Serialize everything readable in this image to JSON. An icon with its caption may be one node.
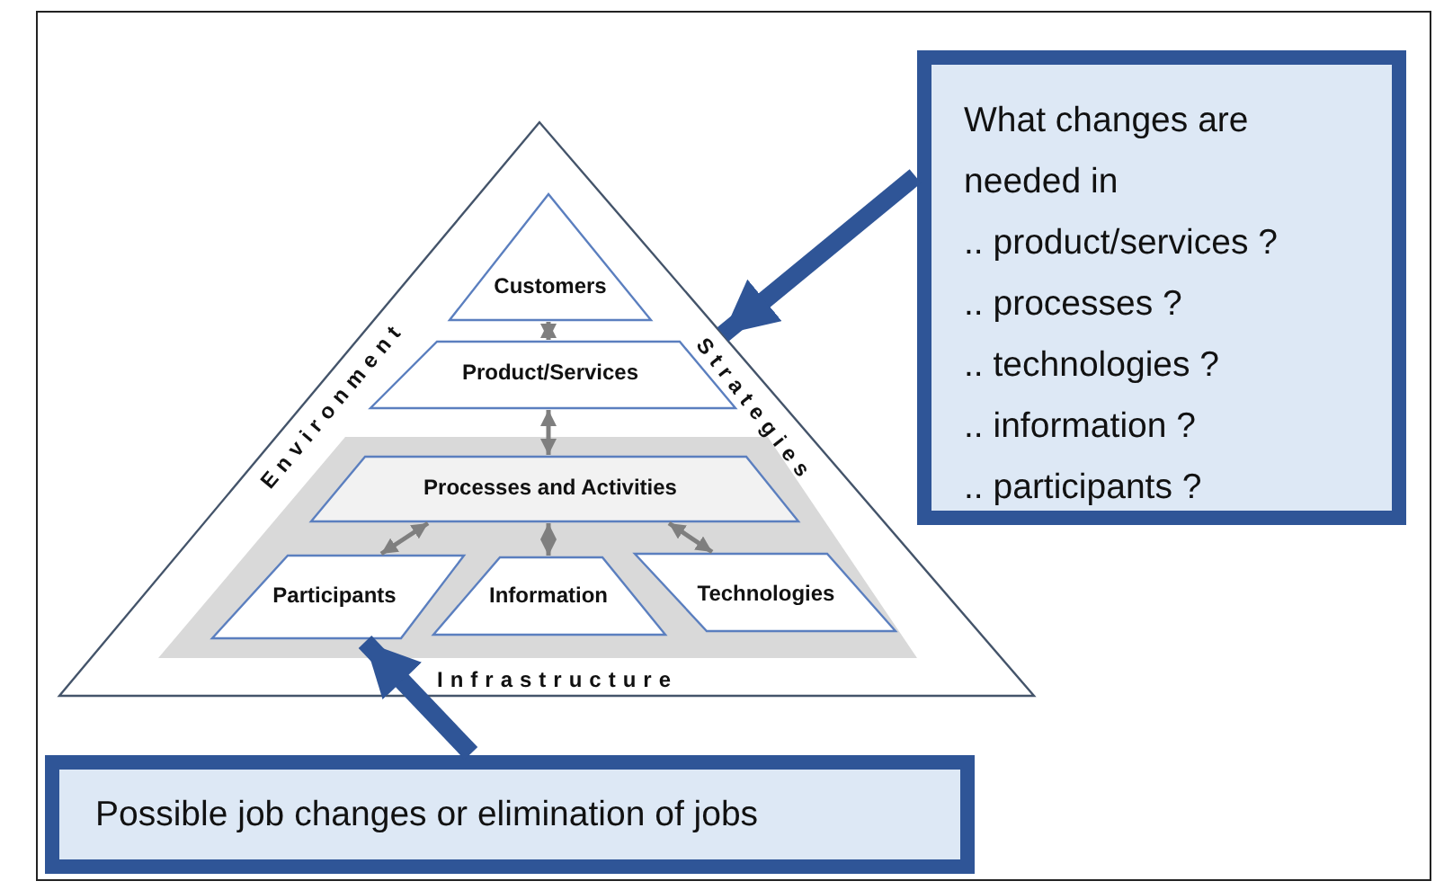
{
  "diagram": {
    "nodes": [
      {
        "text": [
          "Environment",
          "Strategies",
          "Infrastructure"
        ]
      },
      {
        "text": [
          "Customers"
        ],
        "in": 0
      },
      {
        "text": [
          "Product/Services"
        ],
        "in": 0
      },
      {
        "text": [],
        "shape": "band",
        "in": 0
      },
      {
        "text": [
          "Processes and Activities"
        ],
        "in": 3
      },
      {
        "text": [
          "Participants"
        ],
        "in": 3
      },
      {
        "text": [
          "Information"
        ],
        "in": 3
      },
      {
        "text": [
          "Technologies"
        ],
        "in": 3
      },
      {
        "text": [
          "What changes are needed in",
          ".. product/services ?",
          ".. processes ?",
          ".. technologies ?",
          ".. information ?",
          ".. participants ?"
        ]
      },
      {
        "text": [
          "Possible job changes or elimination of jobs"
        ]
      }
    ],
    "edges": [
      {
        "from": 1,
        "to": 2,
        "arrow": "both"
      },
      {
        "from": 2,
        "to": 4,
        "arrow": "both"
      },
      {
        "from": 4,
        "to": 5,
        "arrow": "both"
      },
      {
        "from": 4,
        "to": 6,
        "arrow": "both"
      },
      {
        "from": 4,
        "to": 7,
        "arrow": "both"
      },
      {
        "from": 8,
        "to": 0,
        "arrow": "to",
        "style": "thick",
        "color": "#2f5597"
      },
      {
        "from": 9,
        "to": 5,
        "arrow": "to",
        "style": "thick",
        "color": "#2f5597"
      }
    ]
  }
}
